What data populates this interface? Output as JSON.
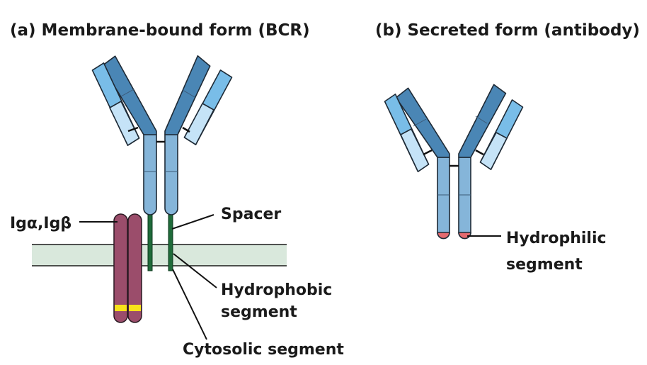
{
  "panels": {
    "membrane": {
      "title": "(a) Membrane-bound form (BCR)",
      "labels": {
        "ig_alpha_beta": "Igα,Igβ",
        "spacer": "Spacer",
        "hydrophobic_line1": "Hydrophobic",
        "hydrophobic_line2": "segment",
        "cytosolic": "Cytosolic segment"
      }
    },
    "secreted": {
      "title": "(b) Secreted form (antibody)",
      "labels": {
        "hydrophilic_line1": "Hydrophilic",
        "hydrophilic_line2": "segment"
      }
    }
  },
  "colors": {
    "heavy_chain_dark": "#4a86b5",
    "heavy_chain_light": "#85b5d9",
    "light_chain": "#79bde8",
    "light_chain_pale": "#c5e3f7",
    "membrane": "#d9e8dc",
    "transmembrane": "#1f6b3a",
    "ig_alpha_beta": "#9b4d6b",
    "itam_mark": "#f7e21a",
    "hydrophilic_tip": "#e56a6f"
  }
}
